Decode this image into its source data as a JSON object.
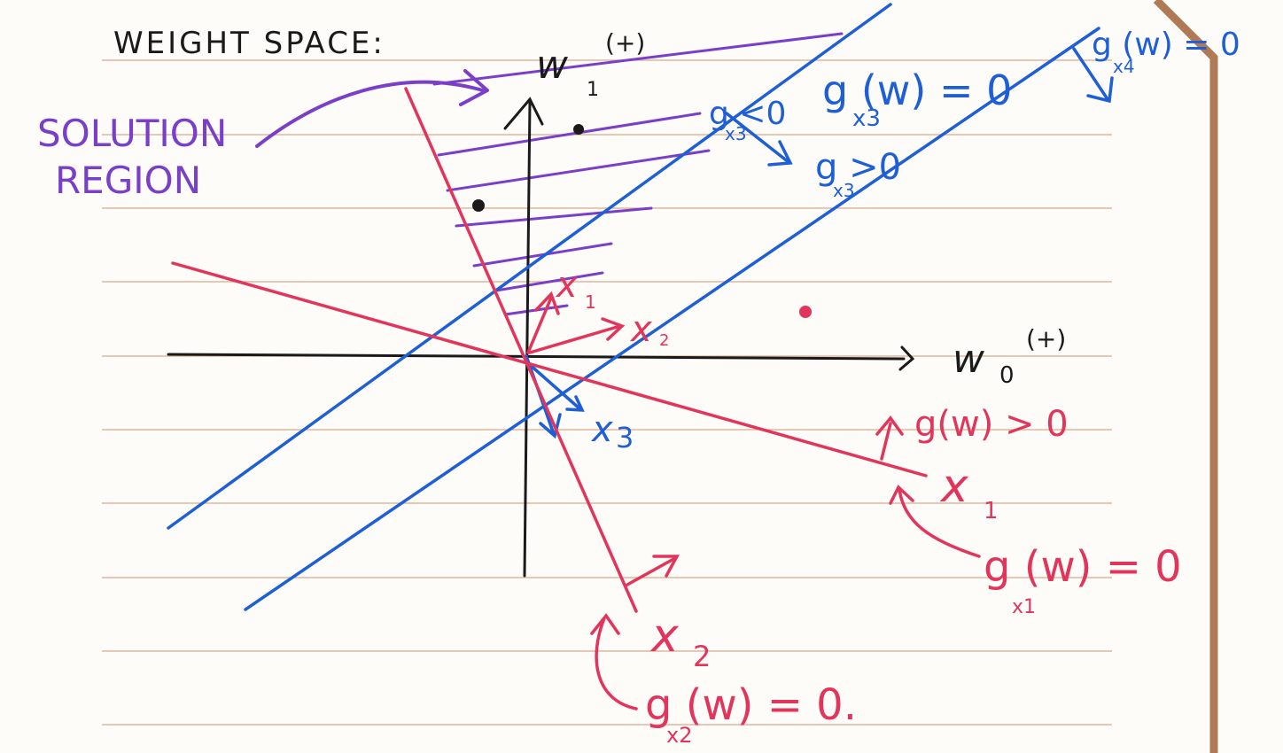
{
  "title": "WEIGHT SPACE:",
  "solution_region": {
    "line1": "SOLUTION",
    "line2": "REGION"
  },
  "axes": {
    "w1": {
      "name": "w",
      "sub": "1",
      "sup": "(+)"
    },
    "w0": {
      "name": "w",
      "sub": "0",
      "sup": "(+)"
    }
  },
  "vectors": {
    "x1": {
      "name": "x",
      "sub": "1"
    },
    "x2": {
      "name": "x",
      "sub": "2"
    },
    "x3": {
      "name": "x",
      "sub": "3"
    }
  },
  "labels": {
    "gx3_neg": "g   <0",
    "gx3_neg_sub": "x3",
    "gx3_eq": "g   (w) = 0",
    "gx3_eq_sub": "x3",
    "gx3_pos": "g   >0",
    "gx3_pos_sub": "x3",
    "gx4_eq": "g   (w) = 0",
    "gx4_eq_sub": "x4",
    "g_pos": "g(w) > 0",
    "x1_line": "x",
    "x1_line_sub": "1",
    "gx1_eq": "g (w) = 0",
    "gx1_eq_sub": "x1",
    "x2_line": "x",
    "x2_line_sub": "2",
    "gx2_eq": "g    (w) = 0.",
    "gx2_eq_sub": "x2"
  },
  "colors": {
    "purple": "#7a3fc9",
    "blue": "#1f5fd6",
    "red": "#e2355c",
    "black": "#1a1a1a",
    "ruled": "#d9a98a",
    "edge": "#b07a56"
  }
}
